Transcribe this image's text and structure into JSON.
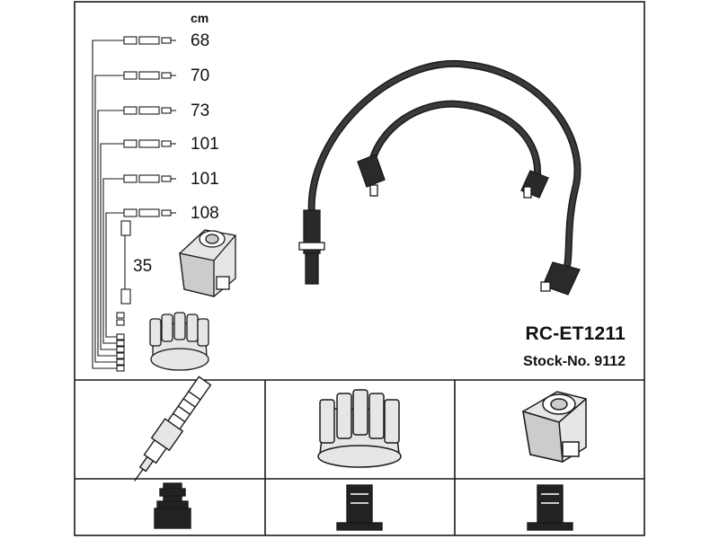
{
  "unit_label": "cm",
  "lengths": [
    "68",
    "70",
    "73",
    "101",
    "101",
    "108"
  ],
  "short_lead": "35",
  "product": {
    "code": "RC-ET1211",
    "stock": "Stock-No. 9112"
  },
  "icons": {
    "top_coil": "ignition-coil-icon",
    "top_cap": "distributor-cap-icon",
    "spark_plug": "spark-plug-icon",
    "cap": "distributor-cap-icon",
    "coil": "ignition-coil-icon",
    "plug_end": "plug-terminal-icon",
    "cap_end": "cap-terminal-icon",
    "coil_end": "coil-terminal-icon"
  },
  "colors": {
    "line": "#1a1a1a",
    "background": "#ffffff",
    "fill_light": "#e6e6e6",
    "fill_mid": "#cccccc"
  }
}
